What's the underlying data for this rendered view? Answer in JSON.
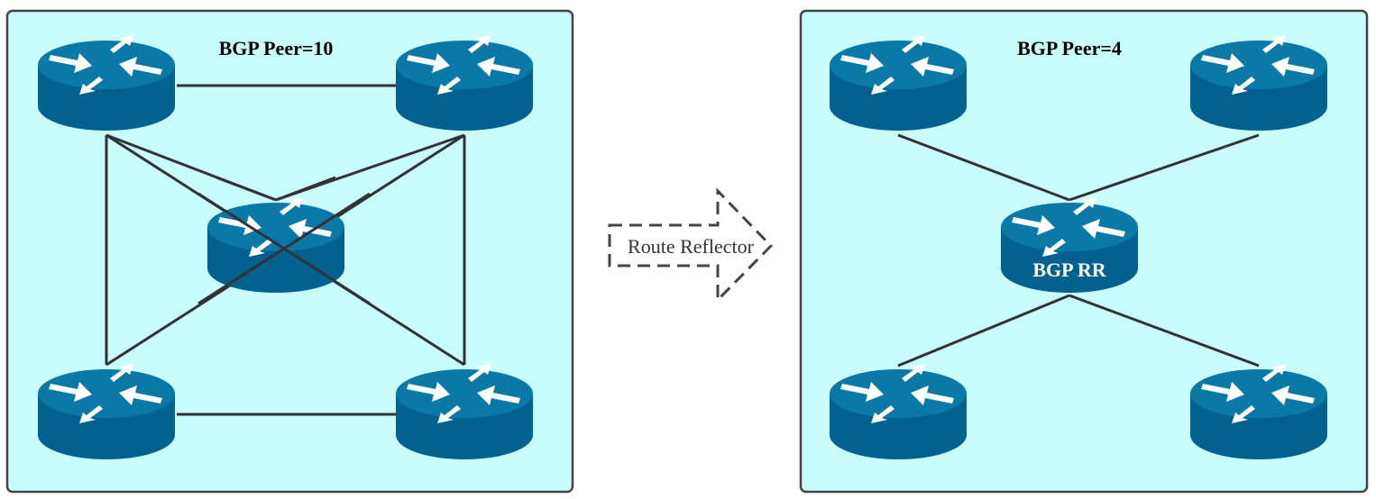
{
  "colors": {
    "panel_fill": "#c8fcfd",
    "panel_stroke": "#444444",
    "router_body": "#03618f",
    "router_top": "#0a79a8",
    "router_arrow": "#ffffff",
    "link": "#333333",
    "arrow_stroke": "#444444"
  },
  "full_mesh_panel": {
    "title": "BGP Peer=10",
    "routers": [
      "router-top-left",
      "router-top-right",
      "router-center",
      "router-bottom-left",
      "router-bottom-right"
    ]
  },
  "transition_arrow": {
    "label": "Route Reflector"
  },
  "route_reflector_panel": {
    "title": "BGP Peer=4",
    "rr_label": "BGP RR",
    "routers": [
      "router-top-left",
      "router-top-right",
      "route-reflector",
      "router-bottom-left",
      "router-bottom-right"
    ]
  }
}
